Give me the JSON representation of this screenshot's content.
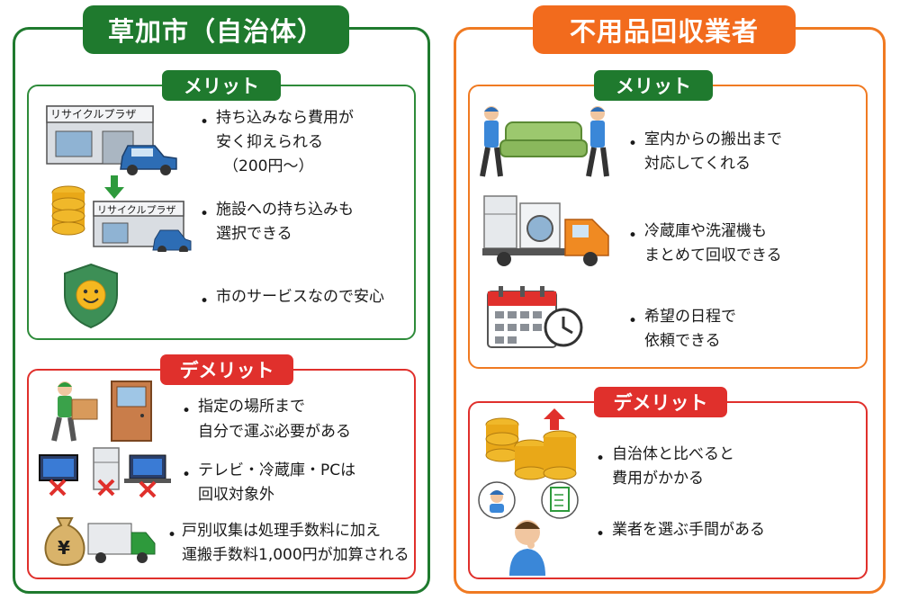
{
  "left": {
    "title": "草加市（自治体）",
    "merit": {
      "label": "メリット",
      "sign1": "リサイクルプラザ",
      "sign2": "リサイクルプラザ",
      "items": [
        {
          "lines": [
            "持ち込みなら費用が",
            "安く抑えられる",
            "（200円〜）"
          ]
        },
        {
          "lines": [
            "施設への持ち込みも",
            "選択できる"
          ]
        },
        {
          "lines": [
            "市のサービスなので安心"
          ]
        }
      ]
    },
    "demerit": {
      "label": "デメリット",
      "items": [
        {
          "lines": [
            "指定の場所まで",
            "自分で運ぶ必要がある"
          ]
        },
        {
          "lines": [
            "テレビ・冷蔵庫・PCは",
            "回収対象外"
          ]
        },
        {
          "lines": [
            "戸別収集は処理手数料に加え",
            "運搬手数料1,000円が加算される"
          ]
        }
      ],
      "yen_symbol": "¥"
    }
  },
  "right": {
    "title": "不用品回収業者",
    "merit": {
      "label": "メリット",
      "items": [
        {
          "lines": [
            "室内からの搬出まで",
            "対応してくれる"
          ]
        },
        {
          "lines": [
            "冷蔵庫や洗濯機も",
            "まとめて回収できる"
          ]
        },
        {
          "lines": [
            "希望の日程で",
            "依頼できる"
          ]
        }
      ]
    },
    "demerit": {
      "label": "デメリット",
      "items": [
        {
          "lines": [
            "自治体と比べると",
            "費用がかかる"
          ]
        },
        {
          "lines": [
            "業者を選ぶ手間がある"
          ]
        }
      ]
    }
  },
  "colors": {
    "green": "#1f7a2e",
    "orange": "#f26b1d",
    "red": "#e0302c"
  }
}
